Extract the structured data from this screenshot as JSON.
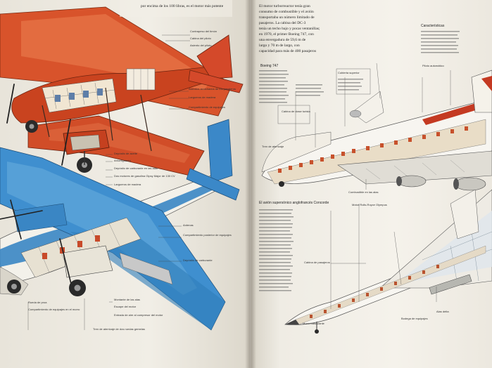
{
  "image": {
    "alt": "Open book spread with cutaway illustrations of aircraft: a red biplane, a blue and white twin-engine plane, a Boeing 747 and the Concorde, with Spanish labels"
  },
  "left_page": {
    "top_text": "por encima de los 100 libras, es el motor más potente",
    "labels": [
      "Contrapeso del timón",
      "Cabina del piloto",
      "Asiento del piloto",
      "Asientos acolchados de los pasajeros",
      "Largueros de madera",
      "Compartimiento de equipajes",
      "Depósito de aceite",
      "Amortiguador",
      "Depósito de carburante en las alas",
      "Dos motores de gasolina Gipsy Major de 130 CV",
      "Largueros de madera",
      "Antenas",
      "Compartimiento posterior de equipajes",
      "Depósito de carburante",
      "Rueda de proa",
      "Compartimiento de equipajes en el morro",
      "Montante de las alas",
      "Escape del motor",
      "Entrada de aire al compresor del motor",
      "Tren de aterrizaje de dos ruedas gemelas"
    ]
  },
  "right_page": {
    "paragraph_lines": [
      "El motor turborreactor tenía gran",
      "consumo de combustible y el avión",
      "transportaba un número limitado de",
      "pasajeros. La cabina del DC-3",
      "tenía un techo bajo y pocas ventanillas;",
      "en 1970, el primer Boeing 747, con",
      "una envergadura de 59,6 m de",
      "largo y 70 m de largo, con",
      "capacidad para más de 400 pasajeros"
    ],
    "side_heading": "Características",
    "boeing_caption": "Boeing 747",
    "concorde_caption": "El avión supersónico anglofrancés Concorde",
    "labels": [
      "Piloto automático",
      "Cubierta superior",
      "Cabina de clase turista",
      "Tren de aterrizaje",
      "Combustible en las alas",
      "Motor Rolls-Royce Olympus",
      "Alas delta",
      "Cabina de pasajeros",
      "Morro basculante",
      "Bodega de equipajes"
    ]
  }
}
